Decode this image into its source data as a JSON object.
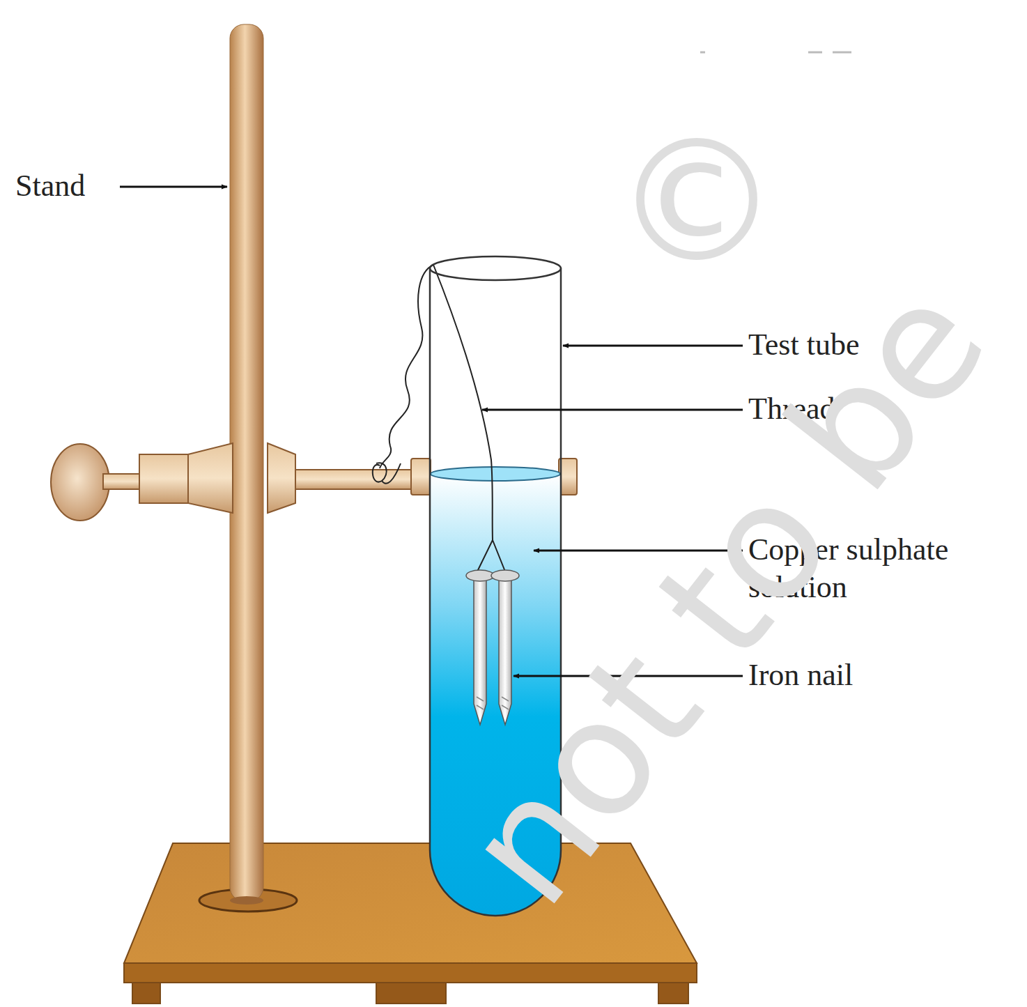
{
  "diagram": {
    "labels": [
      "Stand",
      "Test tube",
      "Thread",
      "Copper sulphate solution",
      "Iron nail",
      "©",
      "not to be"
    ]
  }
}
